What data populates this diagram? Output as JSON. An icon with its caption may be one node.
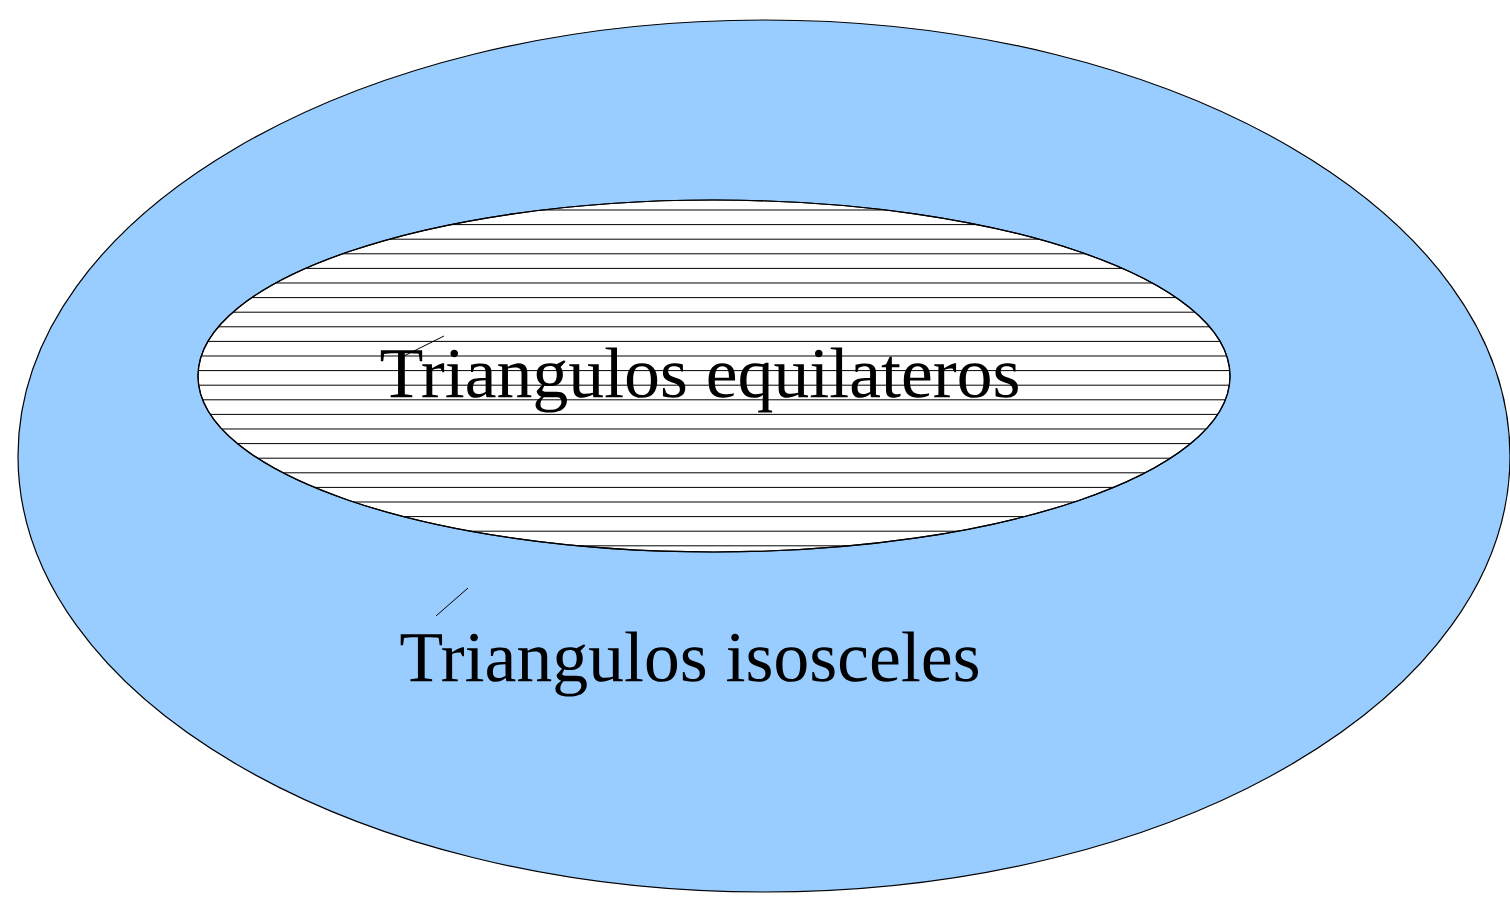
{
  "diagram": {
    "nodes": [
      {
        "text": [
          "Triangulos isosceles"
        ]
      },
      {
        "text": [
          "Triangulos equilateros"
        ],
        "in": 0
      }
    ]
  }
}
